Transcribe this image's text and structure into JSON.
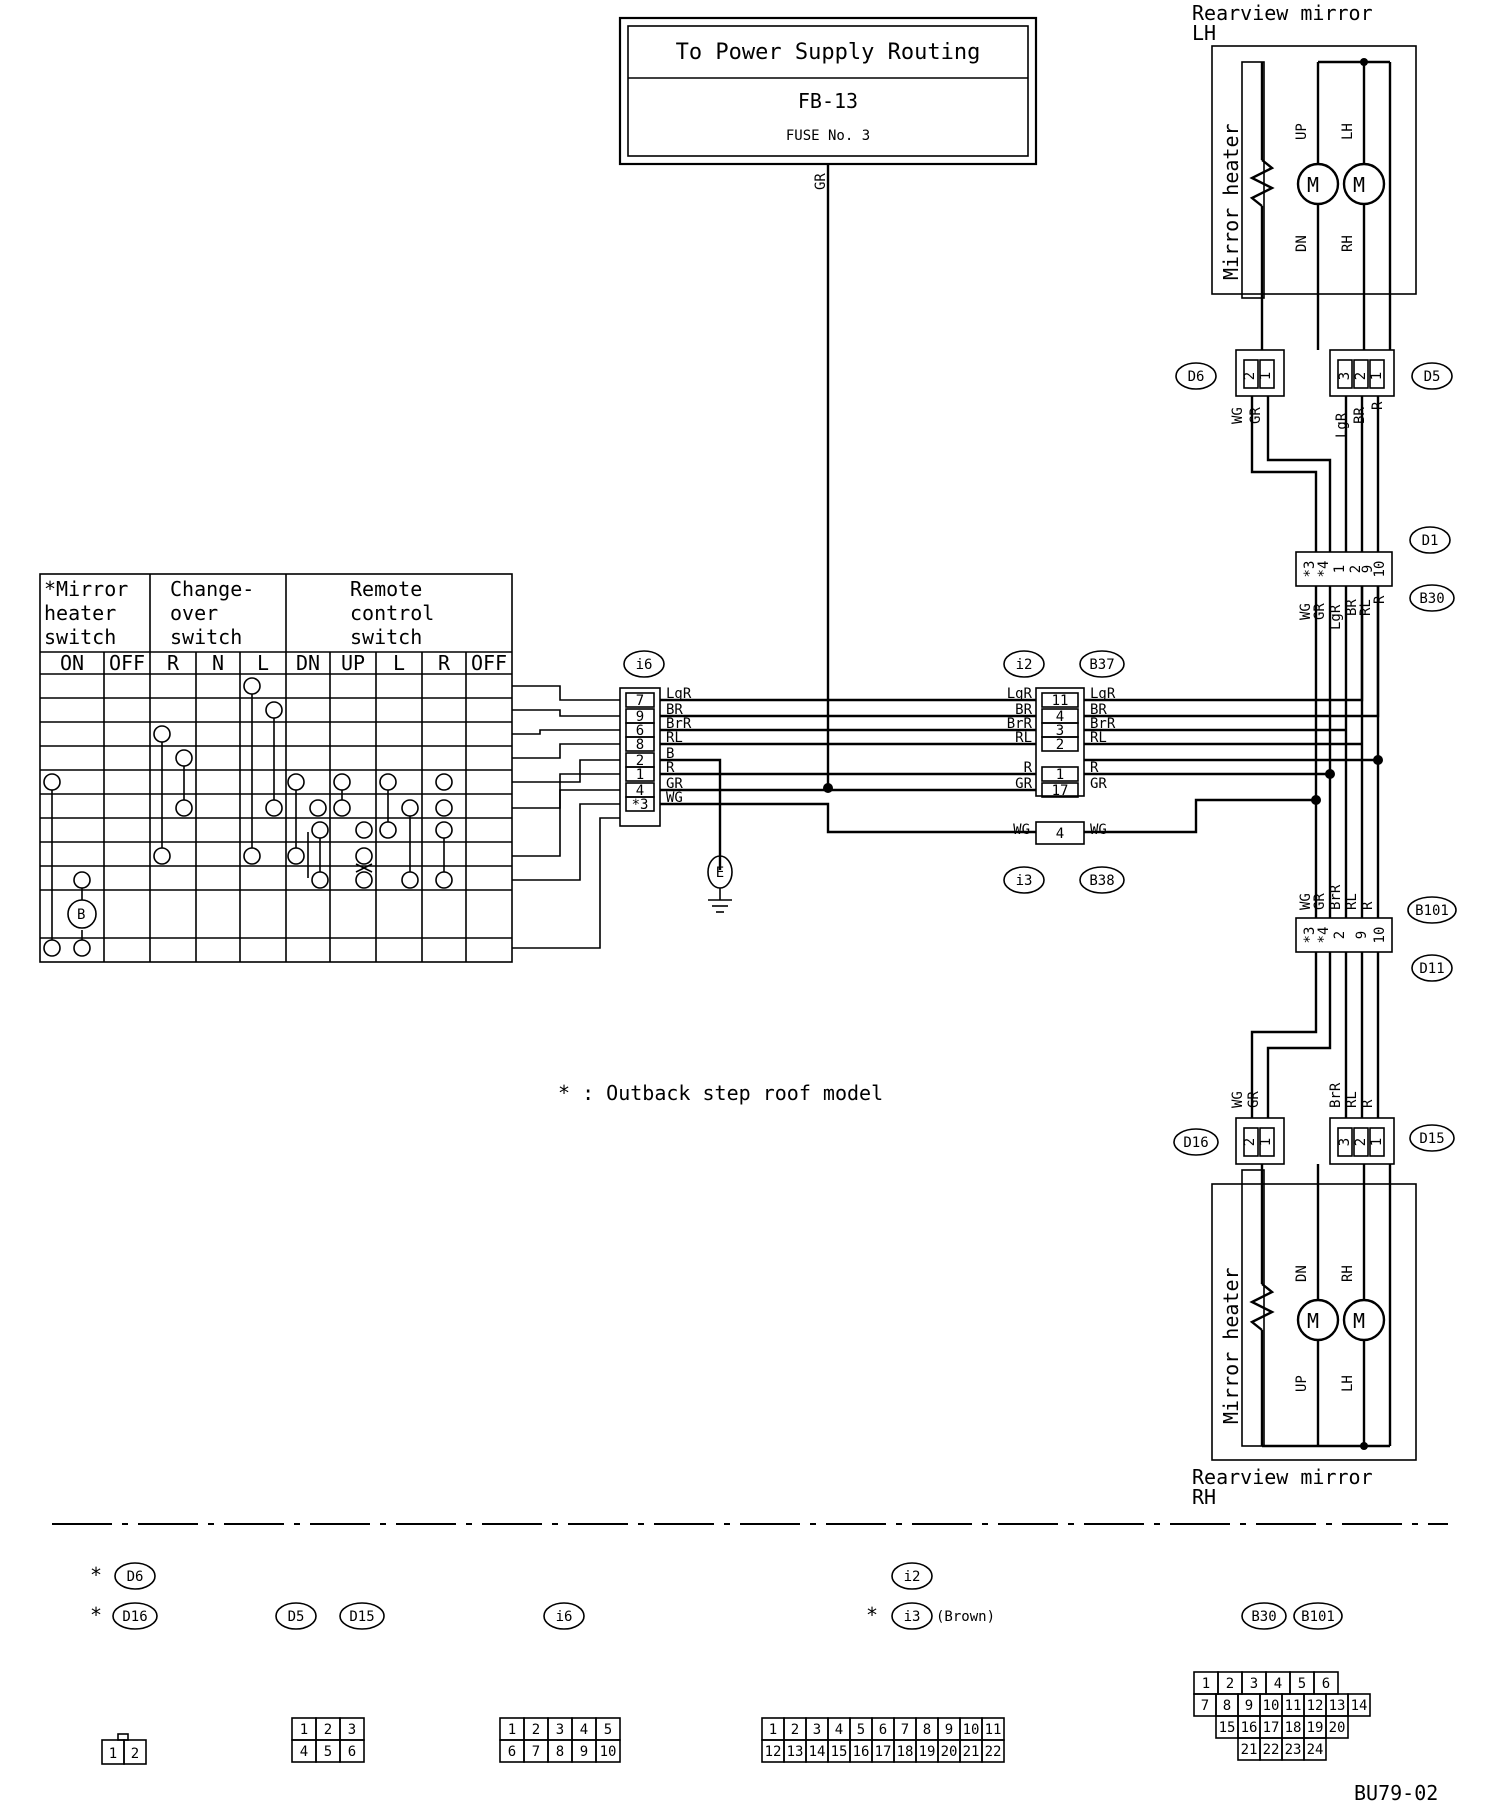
{
  "power": {
    "title": "To Power Supply Routing",
    "fuse_block": "FB-13",
    "fuse": "FUSE No. 3",
    "wire": "GR"
  },
  "mirror_lh": {
    "title_line1": "Rearview mirror",
    "title_line2": "LH",
    "heater": "Mirror heater",
    "motor1_top": "UP",
    "motor1_bottom": "DN",
    "motor2_top": "LH",
    "motor2_bottom": "RH"
  },
  "mirror_rh": {
    "title_line1": "Rearview mirror",
    "title_line2": "RH",
    "heater": "Mirror heater",
    "motor1_top": "DN",
    "motor1_bottom": "UP",
    "motor2_top": "RH",
    "motor2_bottom": "LH"
  },
  "switch_table": {
    "groups": [
      "*Mirror heater switch",
      "Change- over switch",
      "Remote control switch"
    ],
    "group_lines": [
      [
        "*Mirror",
        "heater",
        "switch"
      ],
      [
        "Change-",
        "over",
        "switch"
      ],
      [
        "Remote",
        "control",
        "switch"
      ]
    ],
    "columns": [
      "ON",
      "OFF",
      "R",
      "N",
      "L",
      "DN",
      "UP",
      "L",
      "R",
      "OFF"
    ]
  },
  "connectors": {
    "i6": "i6",
    "i2": "i2",
    "B37": "B37",
    "i3": "i3",
    "B38": "B38",
    "D6": "D6",
    "D5": "D5",
    "D1": "D1",
    "B30": "B30",
    "B101": "B101",
    "D11": "D11",
    "D16": "D16",
    "D15": "D15"
  },
  "i6_pins": [
    {
      "pin": "7",
      "wire": "LgR"
    },
    {
      "pin": "9",
      "wire": "BR"
    },
    {
      "pin": "6",
      "wire": "BrR"
    },
    {
      "pin": "8",
      "wire": "RL"
    },
    {
      "pin": "2",
      "wire": "B"
    },
    {
      "pin": "1",
      "wire": "R"
    },
    {
      "pin": "4",
      "wire": "GR"
    },
    {
      "pin": "*3",
      "wire": "WG"
    }
  ],
  "i2_pins": [
    {
      "pin": "11",
      "wire": "LgR"
    },
    {
      "pin": "4",
      "wire": "BR"
    },
    {
      "pin": "3",
      "wire": "BrR"
    },
    {
      "pin": "2",
      "wire": "RL"
    },
    {
      "pin": "1",
      "wire": "R"
    },
    {
      "pin": "17",
      "wire": "GR"
    }
  ],
  "i3_pin": {
    "pin": "4",
    "wire": "WG"
  },
  "ground": "E",
  "d6_pins": [
    "2",
    "1"
  ],
  "d6_wires": [
    "WG",
    "GR"
  ],
  "d5_pins": [
    "3",
    "2",
    "1"
  ],
  "d5_wires": [
    "LgR",
    "BR",
    "R"
  ],
  "b30_wires": [
    "WG",
    "GR",
    "LgR",
    "BR",
    "RL",
    "R"
  ],
  "b30_pins": [
    "*3",
    "*4",
    "1",
    "2",
    "9",
    "10"
  ],
  "b101_wires": [
    "WG",
    "GR",
    "BrR",
    "RL",
    "R"
  ],
  "b101_pins": [
    "*3",
    "*4",
    "2",
    "9",
    "10"
  ],
  "d16_pins": [
    "2",
    "1"
  ],
  "d16_wires": [
    "WG",
    "GR"
  ],
  "d15_pins": [
    "3",
    "2",
    "1"
  ],
  "d15_wires": [
    "BrR",
    "RL",
    "R"
  ],
  "note": "* : Outback step roof model",
  "legend": {
    "c1_labels": [
      "D6",
      "D16"
    ],
    "c1_pins": [
      "1",
      "2"
    ],
    "c2_labels": [
      "D5",
      "D15"
    ],
    "c2_pins": [
      "1",
      "2",
      "3",
      "4",
      "5",
      "6"
    ],
    "c3_label": "i6",
    "c3_pins": [
      "1",
      "2",
      "3",
      "4",
      "5",
      "6",
      "7",
      "8",
      "9",
      "10"
    ],
    "c4_labels": [
      "i2",
      "i3"
    ],
    "c4_note": "(Brown)",
    "c4_pins": [
      "1",
      "2",
      "3",
      "4",
      "5",
      "6",
      "7",
      "8",
      "9",
      "10",
      "11",
      "12",
      "13",
      "14",
      "15",
      "16",
      "17",
      "18",
      "19",
      "20",
      "21",
      "22"
    ],
    "c5_labels": [
      "B30",
      "B101"
    ],
    "c5_pins": [
      "1",
      "2",
      "3",
      "4",
      "5",
      "6",
      "7",
      "8",
      "9",
      "10",
      "11",
      "12",
      "13",
      "14",
      "15",
      "16",
      "17",
      "18",
      "19",
      "20",
      "21",
      "22",
      "23",
      "24"
    ],
    "asterisk": "*"
  },
  "code": "BU79-02"
}
